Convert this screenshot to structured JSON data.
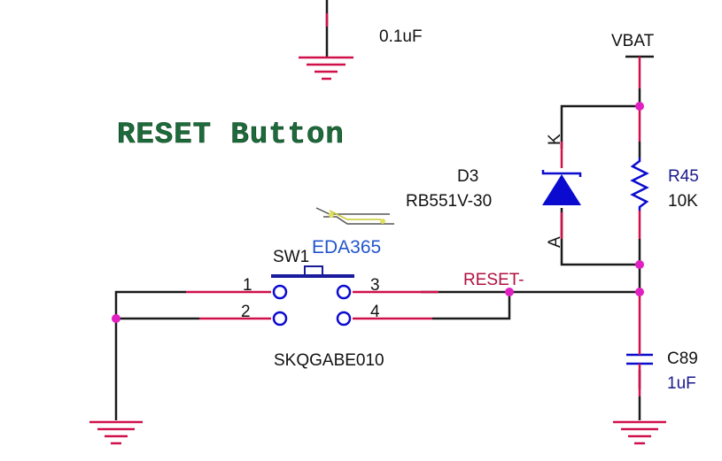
{
  "schematic": {
    "section_title": "RESET Button",
    "top_capacitor": {
      "value": "0.1uF"
    },
    "power_net": {
      "label": "VBAT"
    },
    "diode": {
      "ref": "D3",
      "part": "RB551V-30",
      "pin_k": "K",
      "pin_a": "A"
    },
    "resistor": {
      "ref": "R45",
      "value": "10K"
    },
    "switch": {
      "ref": "SW1",
      "footprint": "EDA365",
      "part": "SKQGABE010",
      "pins": [
        "1",
        "2",
        "3",
        "4"
      ]
    },
    "net_label": "RESET-",
    "capacitor": {
      "ref": "C89",
      "value": "1uF"
    },
    "colors": {
      "wire": "#1a1a1a",
      "wire_highlight": "#d0104a",
      "component": "#0b0bd0",
      "junction": "#e020c0",
      "title": "#1d6b3a",
      "net_label": "#b01040"
    }
  }
}
